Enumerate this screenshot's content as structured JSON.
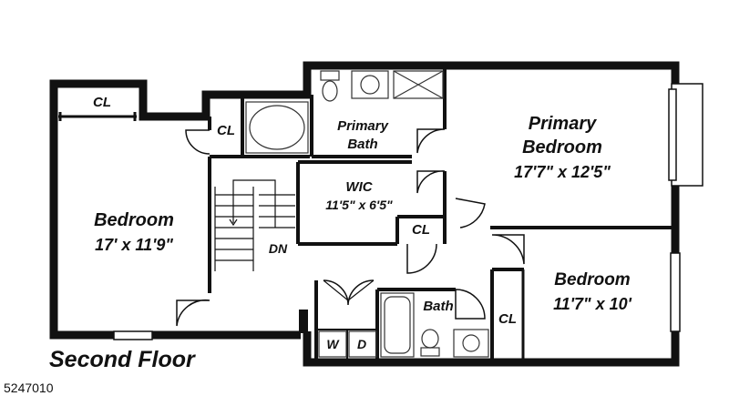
{
  "floor_title": "Second Floor",
  "listing_id": "5247010",
  "rooms": {
    "bedroom_west": {
      "name": "Bedroom",
      "size": "17' x 11'9\""
    },
    "primary_bedroom": {
      "name_line1": "Primary",
      "name_line2": "Bedroom",
      "size": "17'7\" x 12'5\""
    },
    "primary_bath": {
      "name_line1": "Primary",
      "name_line2": "Bath"
    },
    "wic": {
      "name": "WIC",
      "size": "11'5\" x 6'5\""
    },
    "bedroom_east": {
      "name": "Bedroom",
      "size": "11'7\" x 10'"
    },
    "bath": {
      "name": "Bath"
    }
  },
  "closets": {
    "cl_west": "CL",
    "cl_upper": "CL",
    "cl_hall": "CL",
    "cl_east": "CL"
  },
  "stairs": {
    "label": "DN"
  },
  "laundry": {
    "washer": "W",
    "dryer": "D"
  },
  "colors": {
    "wall": "#111111",
    "fixture": "#333333"
  }
}
